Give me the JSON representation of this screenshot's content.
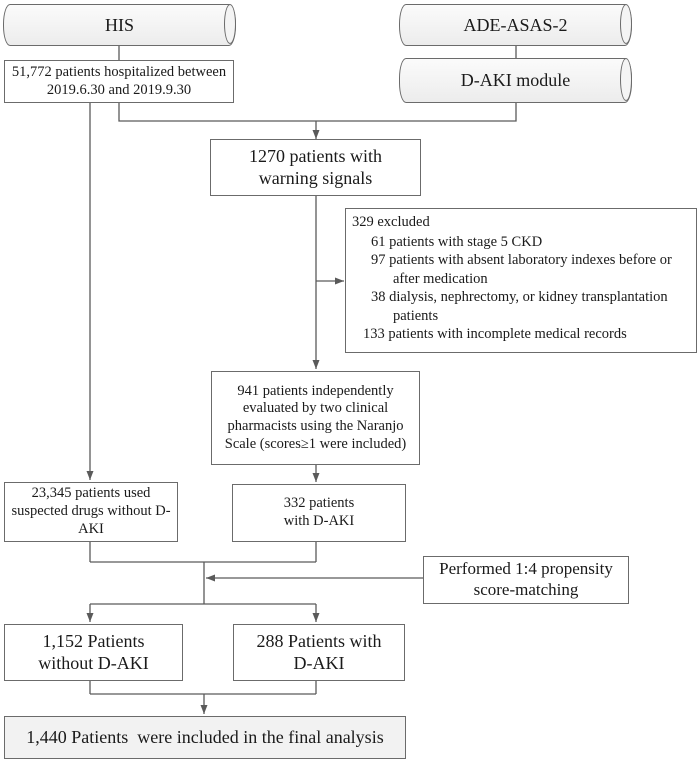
{
  "sources": {
    "his": "HIS",
    "ade": "ADE-ASAS-2",
    "module": "D-AKI module"
  },
  "boxes": {
    "hospitalized": "51,772 patients hospitalized between 2019.6.30 and 2019.9.30",
    "warning": "1270 patients with warning signals",
    "evaluated": "941 patients independently evaluated by two clinical pharmacists using the Naranjo Scale (scores≥1 were included)",
    "without_daki": "23,345 patients used suspected drugs without D-AKI",
    "with_daki": "332 patients with D-AKI",
    "matching": "Performed 1:4 propensity score-matching",
    "matched_without": "1,152 Patients without D-AKI",
    "matched_with": "288 Patients with D-AKI",
    "final": "1,440 Patients  were included in the final analysis"
  },
  "excluded": {
    "header": "329 excluded",
    "items": [
      {
        "count": "61",
        "text": "patients with stage 5 CKD",
        "cont": ""
      },
      {
        "count": "97",
        "text": "patients with absent laboratory indexes before or",
        "cont": "after medication"
      },
      {
        "count": "38",
        "text": "dialysis, nephrectomy, or kidney transplantation",
        "cont": "patients"
      },
      {
        "count": "133",
        "text": "patients with incomplete medical records",
        "cont": ""
      }
    ]
  },
  "colors": {
    "line": "#5a5a5a",
    "border": "#6b6b6b",
    "cylinder_fill": "#f0f0f0"
  }
}
